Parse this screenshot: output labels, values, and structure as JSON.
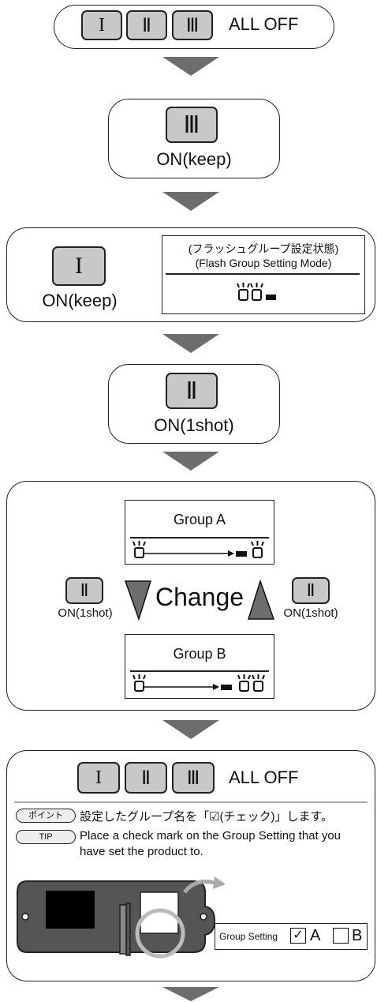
{
  "buttons": {
    "b1": "I",
    "b2": "Ⅱ",
    "b3": "Ⅲ"
  },
  "step1": {
    "all_off": "ALL OFF"
  },
  "step2": {
    "on_keep": "ON(keep)"
  },
  "step3": {
    "on_keep": "ON(keep)",
    "lcd_jp": "(フラッシュグループ設定状態)",
    "lcd_en": "(Flash Group Setting Mode)"
  },
  "step4": {
    "on_1shot": "ON(1shot)"
  },
  "step5": {
    "group_a": "Group A",
    "group_b": "Group B",
    "change": "Change",
    "left_on": "ON(1shot)",
    "right_on": "ON(1shot)"
  },
  "step6": {
    "all_off": "ALL OFF",
    "point_tag": "ポイント",
    "point_text": "設定したグループ名を「☑(チェック)」します。",
    "tip_tag": "TIP",
    "tip_text_1": "Place a check mark on the Group Setting that you",
    "tip_text_2": "have set the product to.",
    "group_setting": "Group Setting",
    "opt_a": "A",
    "opt_b": "B",
    "check_mark": "✓"
  },
  "colors": {
    "button_fill": "#c8c8c8",
    "arrow": "#6d6d6d",
    "device": "#555555"
  }
}
